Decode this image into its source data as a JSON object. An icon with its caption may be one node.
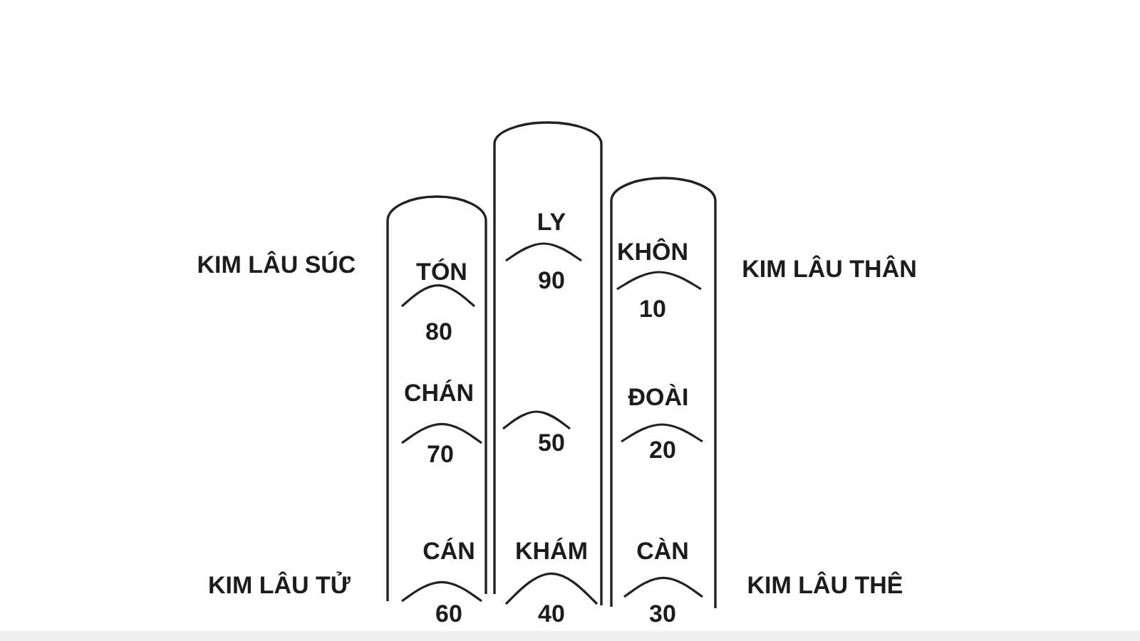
{
  "diagram": {
    "nodes": [
      {
        "text": [
          "TÓN",
          "80",
          "CHÁN",
          "70",
          "CÁN",
          "60"
        ]
      },
      {
        "text": [
          "LY",
          "90",
          "50",
          "KHÁM",
          "40"
        ]
      },
      {
        "text": [
          "KHÔN",
          "10",
          "ĐOÀI",
          "20",
          "CÀN",
          "30"
        ]
      }
    ],
    "labels": [
      "KIM LÂU SÚC",
      "KIM LÂU THÂN",
      "KIM LÂU TỬ",
      "KIM LÂU THÊ"
    ]
  }
}
